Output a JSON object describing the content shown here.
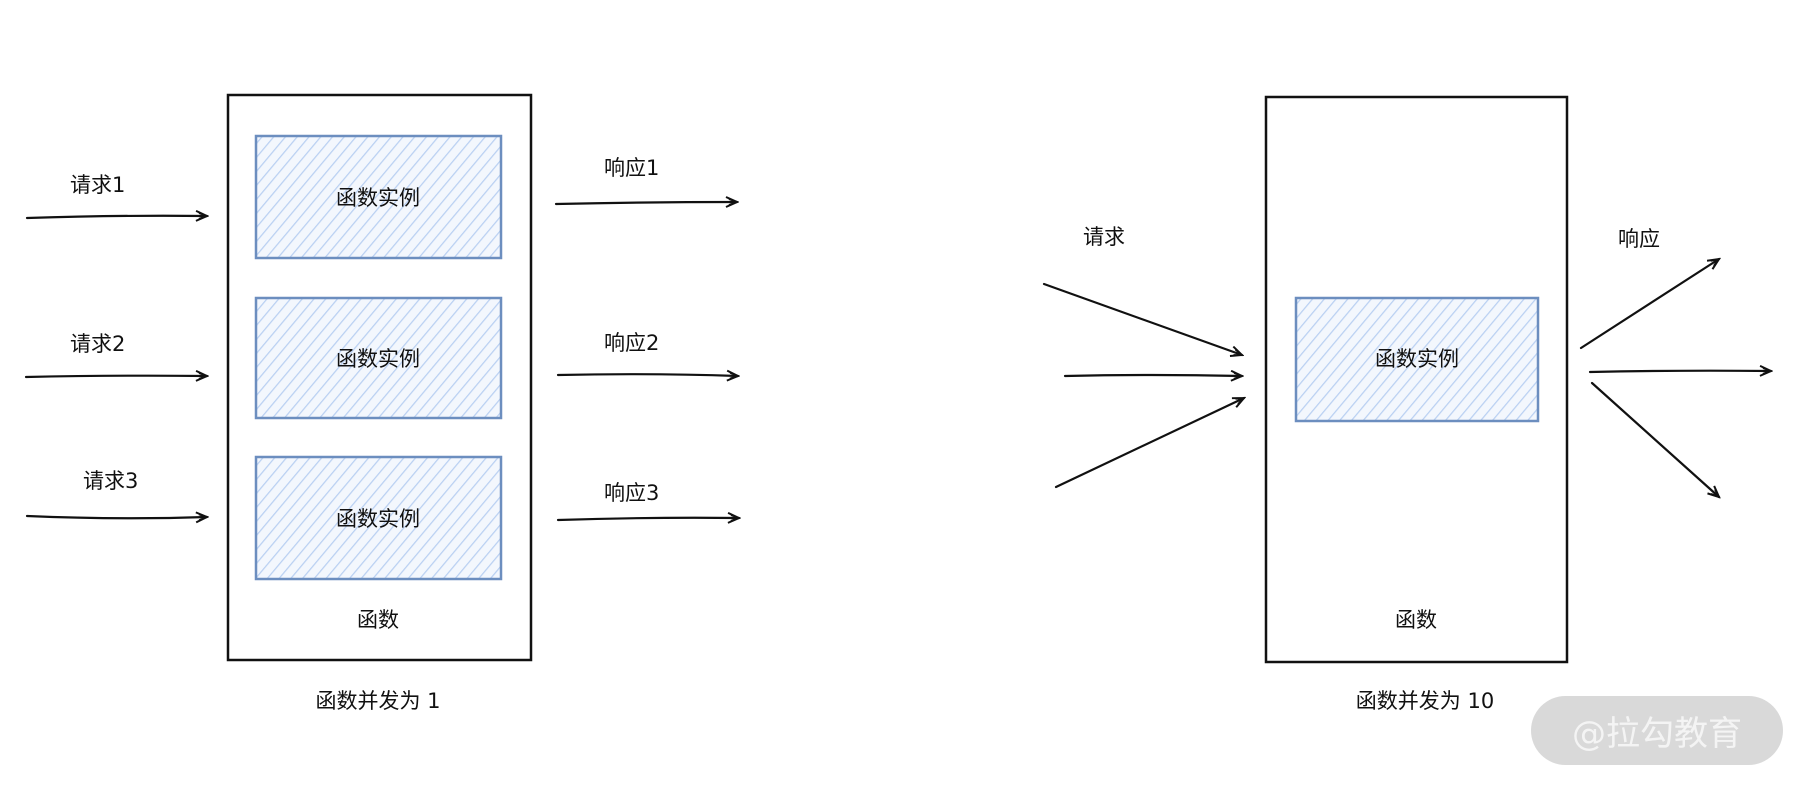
{
  "left_diagram": {
    "requests": [
      "请求1",
      "请求2",
      "请求3"
    ],
    "responses": [
      "响应1",
      "响应2",
      "响应3"
    ],
    "instances": [
      "函数实例",
      "函数实例",
      "函数实例"
    ],
    "function_label": "函数",
    "caption": "函数并发为 1"
  },
  "right_diagram": {
    "request_label": "请求",
    "response_label": "响应",
    "instance": "函数实例",
    "function_label": "函数",
    "caption": "函数并发为 10"
  },
  "watermark": "@拉勾教育",
  "colors": {
    "instance_stroke": "#6c8ebf",
    "instance_fill": "#dae8fc"
  }
}
